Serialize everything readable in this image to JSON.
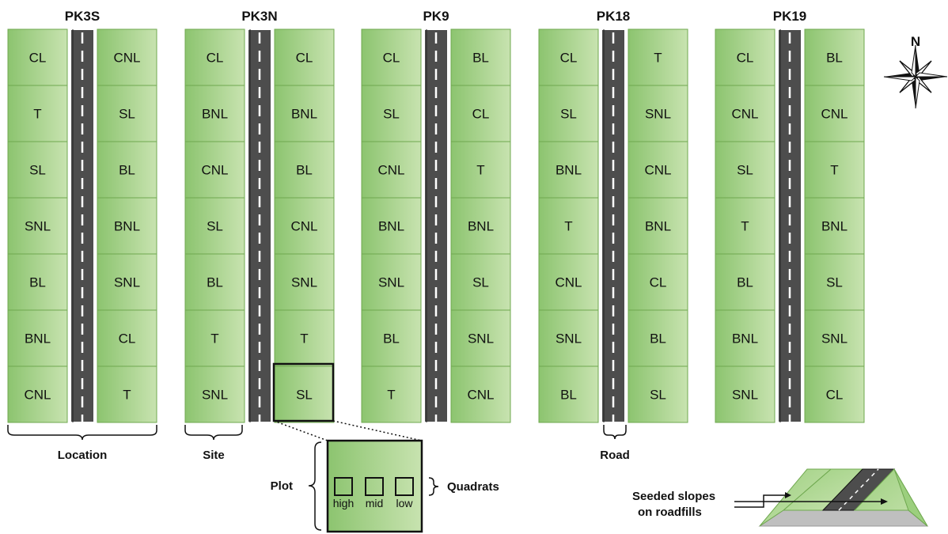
{
  "locations": [
    {
      "name": "PK3S",
      "left": [
        "CL",
        "T",
        "SL",
        "SNL",
        "BL",
        "BNL",
        "CNL"
      ],
      "right": [
        "CNL",
        "SL",
        "BL",
        "BNL",
        "SNL",
        "CL",
        "T"
      ]
    },
    {
      "name": "PK3N",
      "left": [
        "CL",
        "BNL",
        "CNL",
        "SL",
        "BL",
        "T",
        "SNL"
      ],
      "right": [
        "CL",
        "BNL",
        "BL",
        "CNL",
        "SNL",
        "T",
        "SL"
      ]
    },
    {
      "name": "PK9",
      "left": [
        "CL",
        "SL",
        "CNL",
        "BNL",
        "SNL",
        "BL",
        "T"
      ],
      "right": [
        "BL",
        "CL",
        "T",
        "BNL",
        "SL",
        "SNL",
        "CNL"
      ]
    },
    {
      "name": "PK18",
      "left": [
        "CL",
        "SL",
        "BNL",
        "T",
        "CNL",
        "SNL",
        "BL"
      ],
      "right": [
        "T",
        "SNL",
        "CNL",
        "BNL",
        "CL",
        "BL",
        "SL"
      ]
    },
    {
      "name": "PK19",
      "left": [
        "CL",
        "CNL",
        "SL",
        "T",
        "BL",
        "BNL",
        "SNL"
      ],
      "right": [
        "BL",
        "CNL",
        "T",
        "BNL",
        "SL",
        "SNL",
        "CL"
      ]
    }
  ],
  "labels": {
    "location": "Location",
    "site": "Site",
    "road": "Road",
    "plot": "Plot",
    "quadrats": "Quadrats",
    "seeded_line1": "Seeded slopes",
    "seeded_line2": "on roadfills",
    "compass_n": "N"
  },
  "quadrats": [
    "high",
    "mid",
    "low"
  ],
  "colors": {
    "plot_fill_light": "#c8e3b0",
    "plot_fill_dark": "#8cc46f",
    "plot_border": "#6fa84f",
    "road": "#4d4d4d",
    "lane_marking": "#ffffff"
  }
}
